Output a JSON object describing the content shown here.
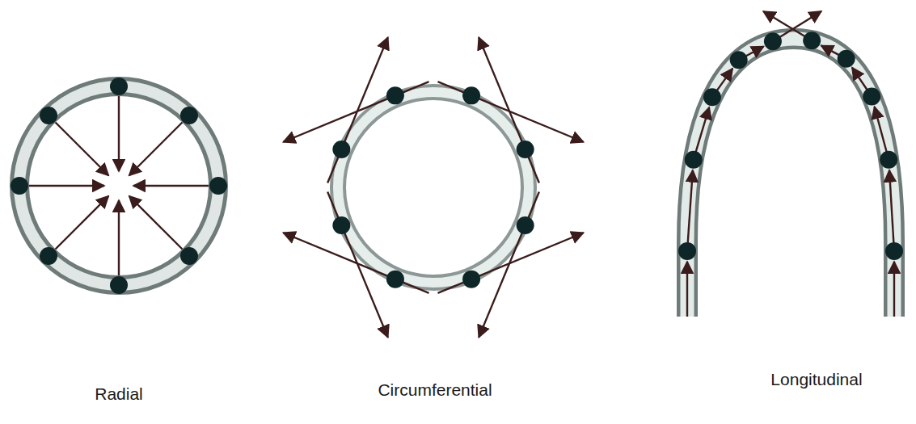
{
  "diagram": {
    "labels": [
      "Radial",
      "Circumferential",
      "Longitudinal"
    ]
  }
}
